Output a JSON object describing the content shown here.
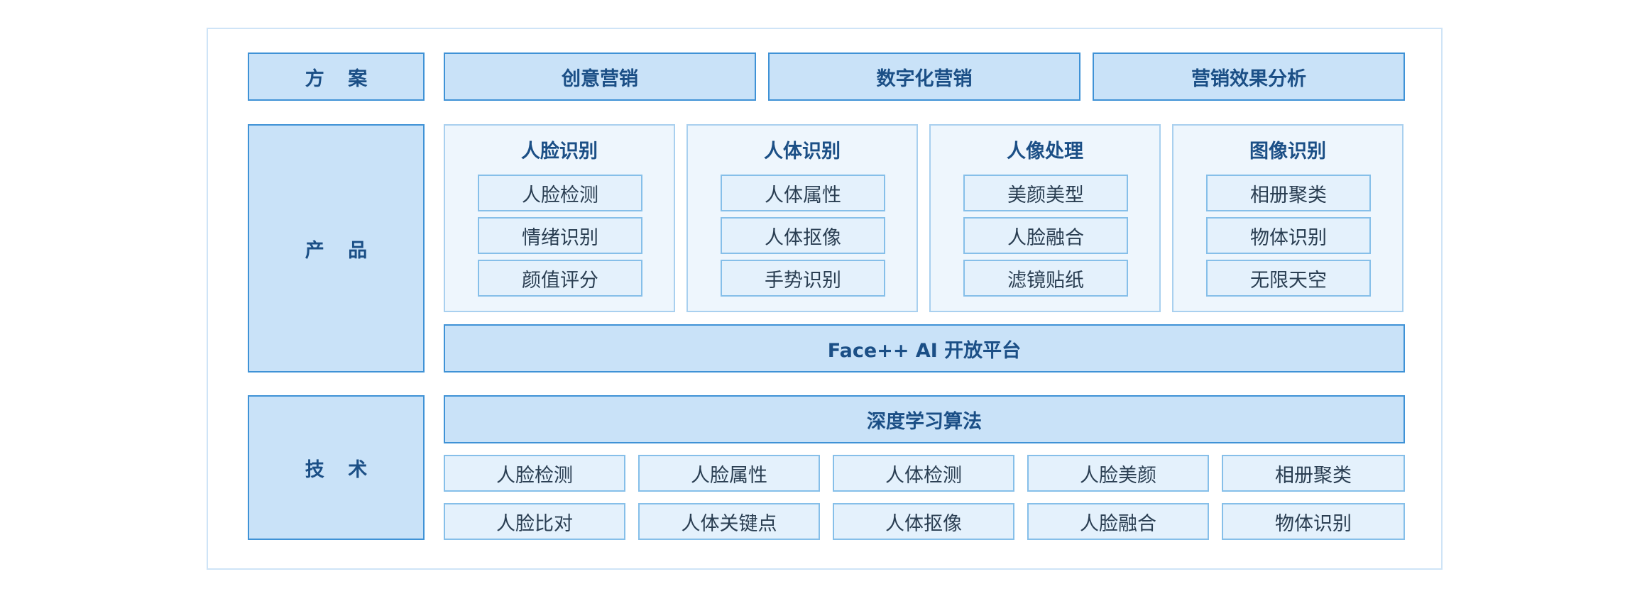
{
  "rows": {
    "solution": {
      "label": "方 案",
      "items": [
        "创意营销",
        "数字化营销",
        "营销效果分析"
      ]
    },
    "product": {
      "label": "产 品",
      "groups": [
        {
          "title": "人脸识别",
          "items": [
            "人脸检测",
            "情绪识别",
            "颜值评分"
          ]
        },
        {
          "title": "人体识别",
          "items": [
            "人体属性",
            "人体抠像",
            "手势识别"
          ]
        },
        {
          "title": "人像处理",
          "items": [
            "美颜美型",
            "人脸融合",
            "滤镜贴纸"
          ]
        },
        {
          "title": "图像识别",
          "items": [
            "相册聚类",
            "物体识别",
            "无限天空"
          ]
        }
      ],
      "platform": "Face++ AI 开放平台"
    },
    "tech": {
      "label": "技 术",
      "header": "深度学习算法",
      "items": [
        "人脸检测",
        "人脸属性",
        "人体检测",
        "人脸美颜",
        "相册聚类",
        "人脸比对",
        "人体关键点",
        "人体抠像",
        "人脸融合",
        "物体识别"
      ]
    }
  },
  "colors": {
    "dark_fill": "#c9e2f8",
    "dark_border": "#3f92d6",
    "cell_fill": "#e4f1fc",
    "frame_border": "#cfe4f7"
  }
}
